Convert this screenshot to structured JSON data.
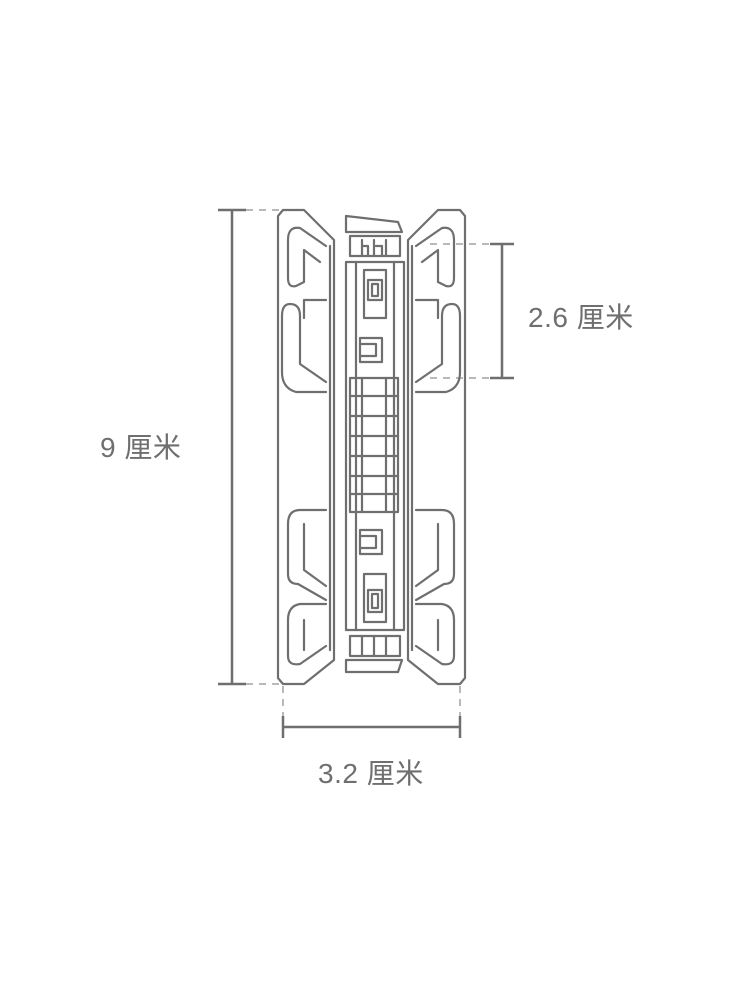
{
  "colors": {
    "background": "#ffffff",
    "outline": "#6f6f6f",
    "dimension_line": "#6f6f6f",
    "guide_dashed": "#b9b9b9",
    "label_text": "#6f6f6f"
  },
  "dimensions": {
    "height_label": "9 厘米",
    "slot_label": "2.6 厘米",
    "width_label": "3.2 厘米"
  },
  "product": {
    "icon": "hinge-connector-icon"
  }
}
